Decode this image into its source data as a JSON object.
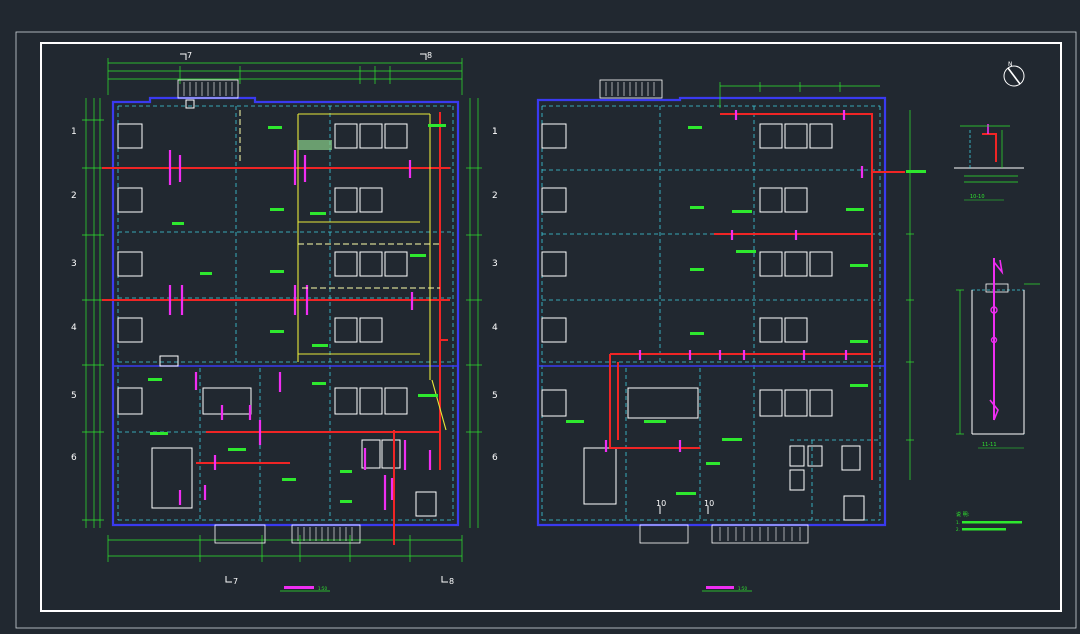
{
  "drawing": {
    "bg_color": "#212830",
    "frame_color": "#ffffff",
    "wall_color": "#3a3af0",
    "grid_color": "#3ecfe0",
    "dim_color": "#2ee82e",
    "pipe_red_color": "#f02525",
    "pipe_magenta_color": "#ef2ef2",
    "pipe_yellow_color": "#e8e83a",
    "pipe_yellow_dashed_color": "#ffffaa"
  },
  "left_plan": {
    "section_mark_top_left": "7",
    "section_mark_top_right": "8",
    "section_mark_bottom_left": "7",
    "section_mark_bottom_right": "8",
    "axis_labels": [
      "1",
      "2",
      "3",
      "4",
      "5",
      "6"
    ],
    "title_note": "1:50"
  },
  "right_plan": {
    "axis_labels": [
      "1",
      "2",
      "3",
      "4",
      "5",
      "6"
    ],
    "section_mark_a": "10",
    "section_mark_b": "10",
    "title_note": "1:50"
  },
  "side_details": {
    "detail_top_caption": "10-10",
    "detail_bottom_caption": "11-11",
    "notes_heading": "说 明:",
    "notes_lines": [
      "1.",
      "2."
    ]
  },
  "compass": {
    "label": "N"
  }
}
